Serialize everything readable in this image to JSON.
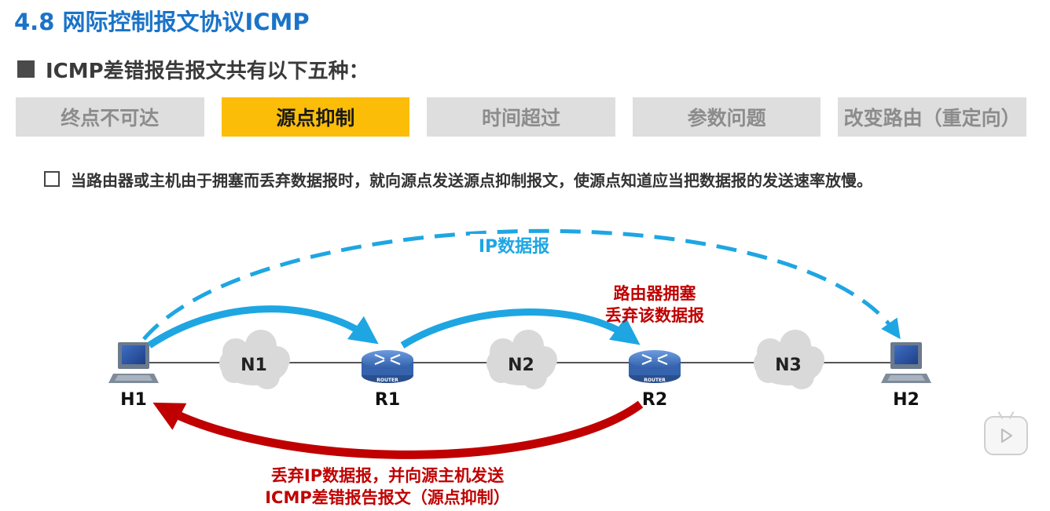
{
  "header": {
    "title": "4.8 网际控制报文协议ICMP",
    "subtitle": "ICMP差错报告报文共有以下五种："
  },
  "tabs": [
    {
      "label": "终点不可达",
      "active": false
    },
    {
      "label": "源点抑制",
      "active": true
    },
    {
      "label": "时间超过",
      "active": false
    },
    {
      "label": "参数问题",
      "active": false
    },
    {
      "label": "改变路由（重定向）",
      "active": false
    }
  ],
  "description": "当路由器或主机由于拥塞而丢弃数据报时，就向源点发送源点抑制报文，使源点知道应当把数据报的发送速率放慢。",
  "diagram": {
    "hosts": [
      "H1",
      "H2"
    ],
    "routers": [
      "R1",
      "R2"
    ],
    "router_badge": "ROUTER",
    "networks": [
      "N1",
      "N2",
      "N3"
    ],
    "ip_datagram_label": "IP数据报",
    "congestion_label": [
      "路由器拥塞",
      "丢弃该数据报"
    ],
    "return_label": [
      "丢弃IP数据报，并向源主机发送",
      "ICMP差错报告报文（源点抑制）"
    ],
    "colors": {
      "blue": "#1ea6e2",
      "red": "#c00000",
      "cloud": "#d9d9d9",
      "router": "#4a7cc7"
    }
  },
  "player": {
    "icon": "play-icon"
  }
}
